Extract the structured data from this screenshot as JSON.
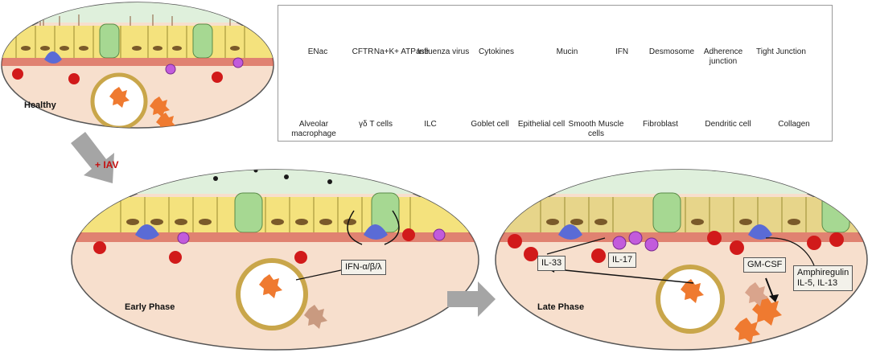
{
  "stages": {
    "healthy": "Healthy",
    "early": "Early Phase",
    "late": "Late Phase",
    "trigger": "+ IAV"
  },
  "cytokine_labels": {
    "ifn": "IFN-α/β/λ",
    "il33": "IL-33",
    "il17": "IL-17",
    "gmcsf": "GM-CSF",
    "amphiregulin_line1": "Amphiregulin",
    "amphiregulin_line2": "IL-5, IL-13"
  },
  "legend": {
    "row1": [
      {
        "label": "ENac",
        "icon": "enac-icon",
        "color": "#c0208a"
      },
      {
        "label": "CFTR",
        "icon": "cftr-icon",
        "color": "#35d8ee"
      },
      {
        "label": "Na+K+ ATPase",
        "icon": "atpase-icon",
        "color": "#222222"
      },
      {
        "label": "Influenza virus",
        "icon": "virus-icon",
        "color": "#1a1a1a"
      },
      {
        "label": "Cytokines",
        "icon": "cytokines-icon",
        "color": "#e83ad8"
      },
      {
        "label": "Mucin",
        "icon": "mucin-icon",
        "color": "#1f7a3c"
      },
      {
        "label": "IFN",
        "icon": "ifn-icon",
        "color": "#7a0a14"
      },
      {
        "label": "Desmosome",
        "icon": "desmosome-icon",
        "color": "#4a6cc9"
      },
      {
        "label": "Adherence junction",
        "icon": "adherence-junction-icon",
        "color": "#1f7a3c"
      },
      {
        "label": "Tight Junction",
        "icon": "tight-junction-icon",
        "color": "#e8222e"
      }
    ],
    "row2": [
      {
        "label": "Alveolar macrophage",
        "icon": "macrophage-icon",
        "color": "#ef7a30"
      },
      {
        "label": "γδ T cells",
        "icon": "gd-t-cell-icon",
        "color": "#b52cd2"
      },
      {
        "label": "ILC",
        "icon": "ilc-icon",
        "color": "#d11a1a"
      },
      {
        "label": "Goblet cell",
        "icon": "goblet-cell-icon",
        "color": "#9cd48a"
      },
      {
        "label": "Epithelial cell",
        "icon": "epithelial-cell-icon",
        "color": "#f6e58a"
      },
      {
        "label": "Smooth Muscle cells",
        "icon": "smooth-muscle-icon",
        "color": "#c83a3a"
      },
      {
        "label": "Fibroblast",
        "icon": "fibroblast-icon",
        "color": "#3a4fa8"
      },
      {
        "label": "Dendritic cell",
        "icon": "dendritic-cell-icon",
        "color": "#5a6bd6"
      },
      {
        "label": "Collagen",
        "icon": "collagen-icon",
        "color": "#c25a3a"
      }
    ]
  }
}
